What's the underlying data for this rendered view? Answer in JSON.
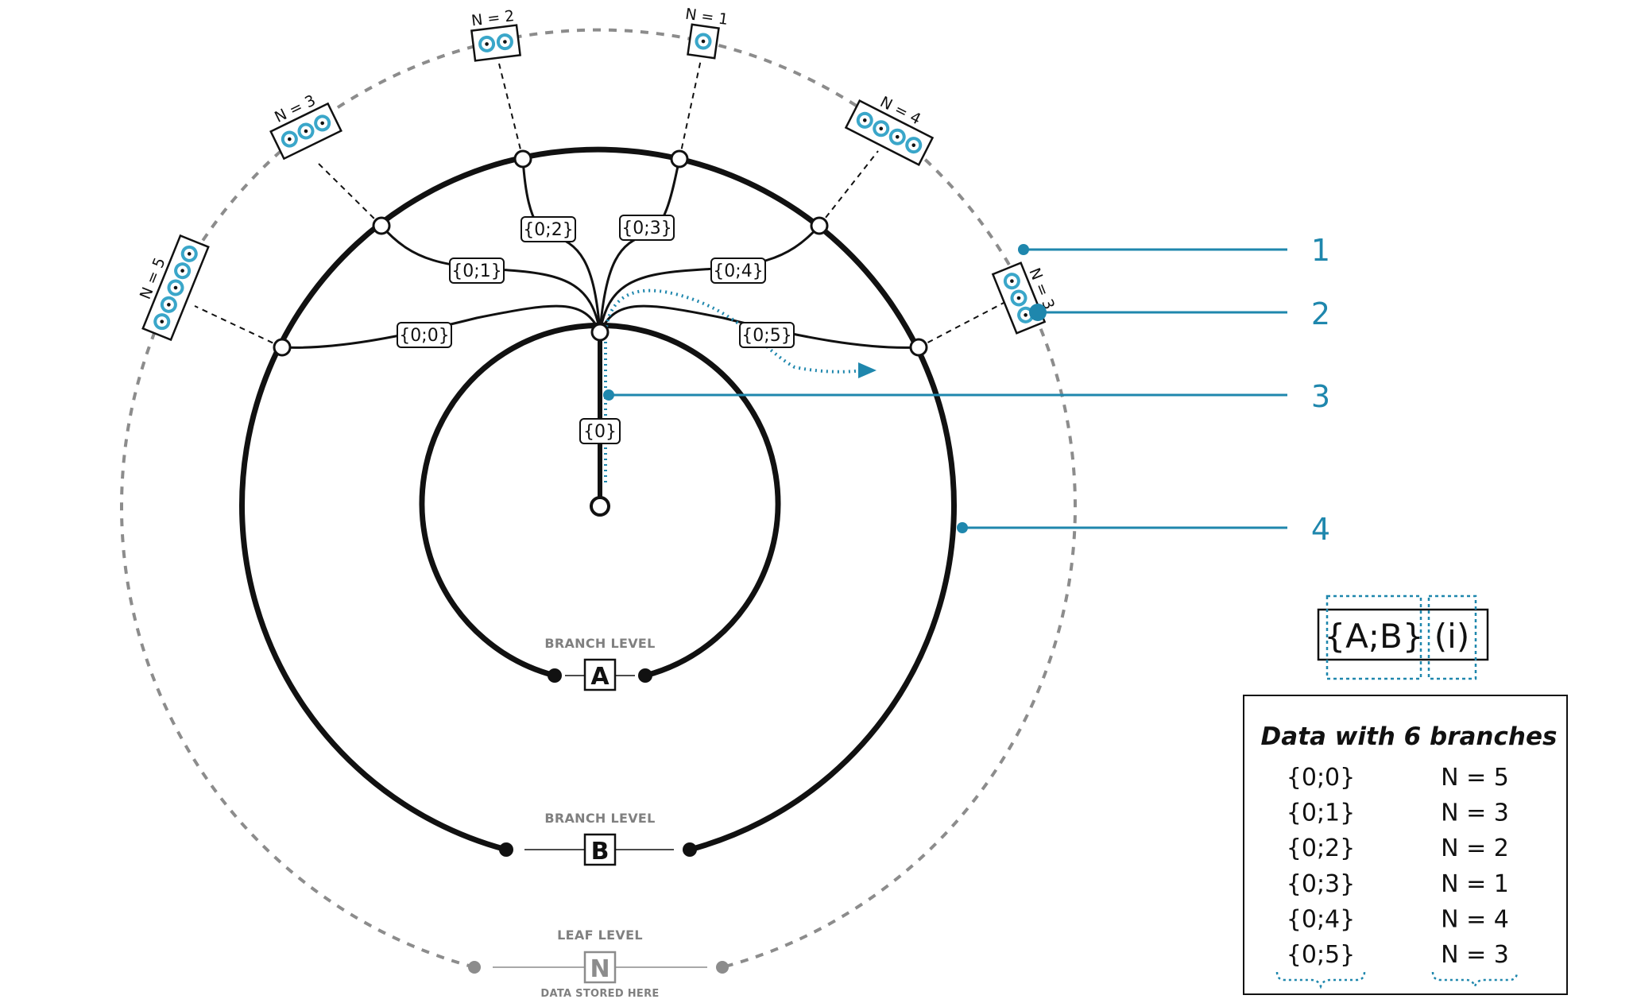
{
  "branches": [
    {
      "path": "{0;0}",
      "n_label": "N = 5",
      "n": 5
    },
    {
      "path": "{0;1}",
      "n_label": "N = 3",
      "n": 3
    },
    {
      "path": "{0;2}",
      "n_label": "N = 2",
      "n": 2
    },
    {
      "path": "{0;3}",
      "n_label": "N = 1",
      "n": 1
    },
    {
      "path": "{0;4}",
      "n_label": "N = 4",
      "n": 4
    },
    {
      "path": "{0;5}",
      "n_label": "N = 3",
      "n": 3
    }
  ],
  "root_path": "{0}",
  "levels": {
    "a": {
      "caption": "BRANCH LEVEL",
      "letter": "A"
    },
    "b": {
      "caption": "BRANCH LEVEL",
      "letter": "B"
    },
    "n": {
      "caption": "LEAF LEVEL",
      "letter": "N",
      "subcaption": "DATA STORED HERE"
    }
  },
  "callouts": [
    "1",
    "2",
    "3",
    "4"
  ],
  "notation": {
    "path": "{A;B}",
    "index": "(i)"
  },
  "legend": {
    "title": "Data  with 6 branches",
    "rows": [
      {
        "path": "{0;0}",
        "n": "N  =  5"
      },
      {
        "path": "{0;1}",
        "n": "N  =  3"
      },
      {
        "path": "{0;2}",
        "n": "N  =  2"
      },
      {
        "path": "{0;3}",
        "n": "N  =  1"
      },
      {
        "path": "{0;4}",
        "n": "N  =  4"
      },
      {
        "path": "{0;5}",
        "n": "N  =  3"
      }
    ]
  },
  "colors": {
    "accent": "#1f87ad",
    "ink": "#111111",
    "gray": "#8c8c8c",
    "leaf_ring": "#3aa6c9"
  }
}
